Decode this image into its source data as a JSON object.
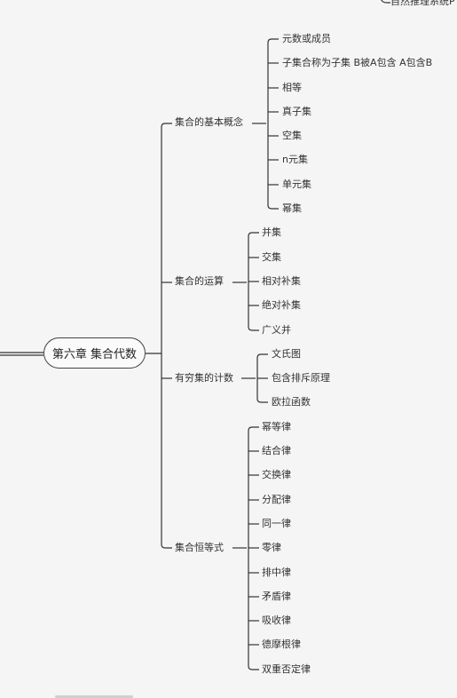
{
  "root": {
    "label": "第六章 集合代数"
  },
  "partial_node": {
    "label": "自然推理系统P"
  },
  "branches": [
    {
      "label": "集合的基本概念",
      "children": [
        "元数或成员",
        "子集合称为子集 B被A包含 A包含B",
        "相等",
        "真子集",
        "空集",
        "n元集",
        "单元集",
        "幂集"
      ]
    },
    {
      "label": "集合的运算",
      "children": [
        "并集",
        "交集",
        "相对补集",
        "绝对补集",
        "广义并"
      ]
    },
    {
      "label": "有穷集的计数",
      "children": [
        "文氏图",
        "包含排斥原理",
        "欧拉函数"
      ]
    },
    {
      "label": "集合恒等式",
      "children": [
        "幂等律",
        "结合律",
        "交换律",
        "分配律",
        "同一律",
        "零律",
        "排中律",
        "矛盾律",
        "吸收律",
        "德摩根律",
        "双重否定律"
      ]
    }
  ],
  "style": {
    "line_color": "#333333",
    "background": "#f5f5f5"
  }
}
